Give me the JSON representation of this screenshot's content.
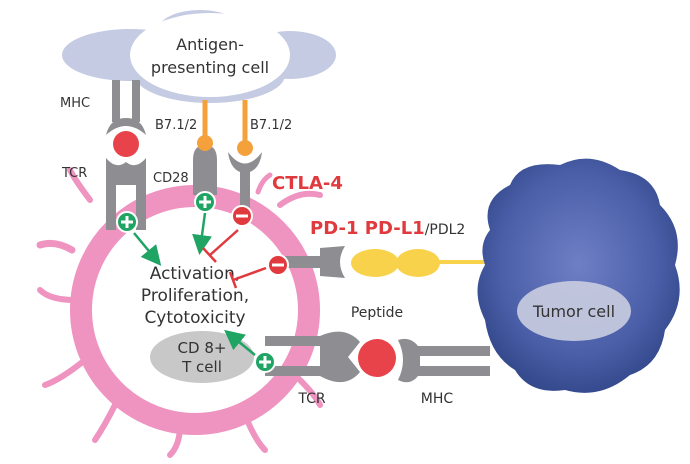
{
  "labels": {
    "apc_line1": "Antigen-",
    "apc_line2": "presenting cell",
    "mhc_top": "MHC",
    "tcr_top": "TCR",
    "b71_left": "B7.1/2",
    "b71_right": "B7.1/2",
    "cd28": "CD28",
    "ctla4": "CTLA-4",
    "pd1": "PD-1",
    "pdl1": "PD-L1",
    "pdl2": "/PDL2",
    "center_line1": "Activation,",
    "center_line2": "Proliferation,",
    "center_line3": "Cytotoxicity",
    "cd8_line1": "CD 8+",
    "cd8_line2": "T cell",
    "peptide": "Peptide",
    "tcr_bottom": "TCR",
    "mhc_bottom": "MHC",
    "tumor": "Tumor cell"
  },
  "colors": {
    "apc": "#c5cbe3",
    "tcell_ring": "#ef93c0",
    "receptor": "#8e8e92",
    "peptide": "#e8434a",
    "b7": "#f4a13c",
    "pdl1": "#f8d24a",
    "activate": "#1fa463",
    "inhibit": "#e03a3e",
    "tumor": "#4a5fa8"
  }
}
